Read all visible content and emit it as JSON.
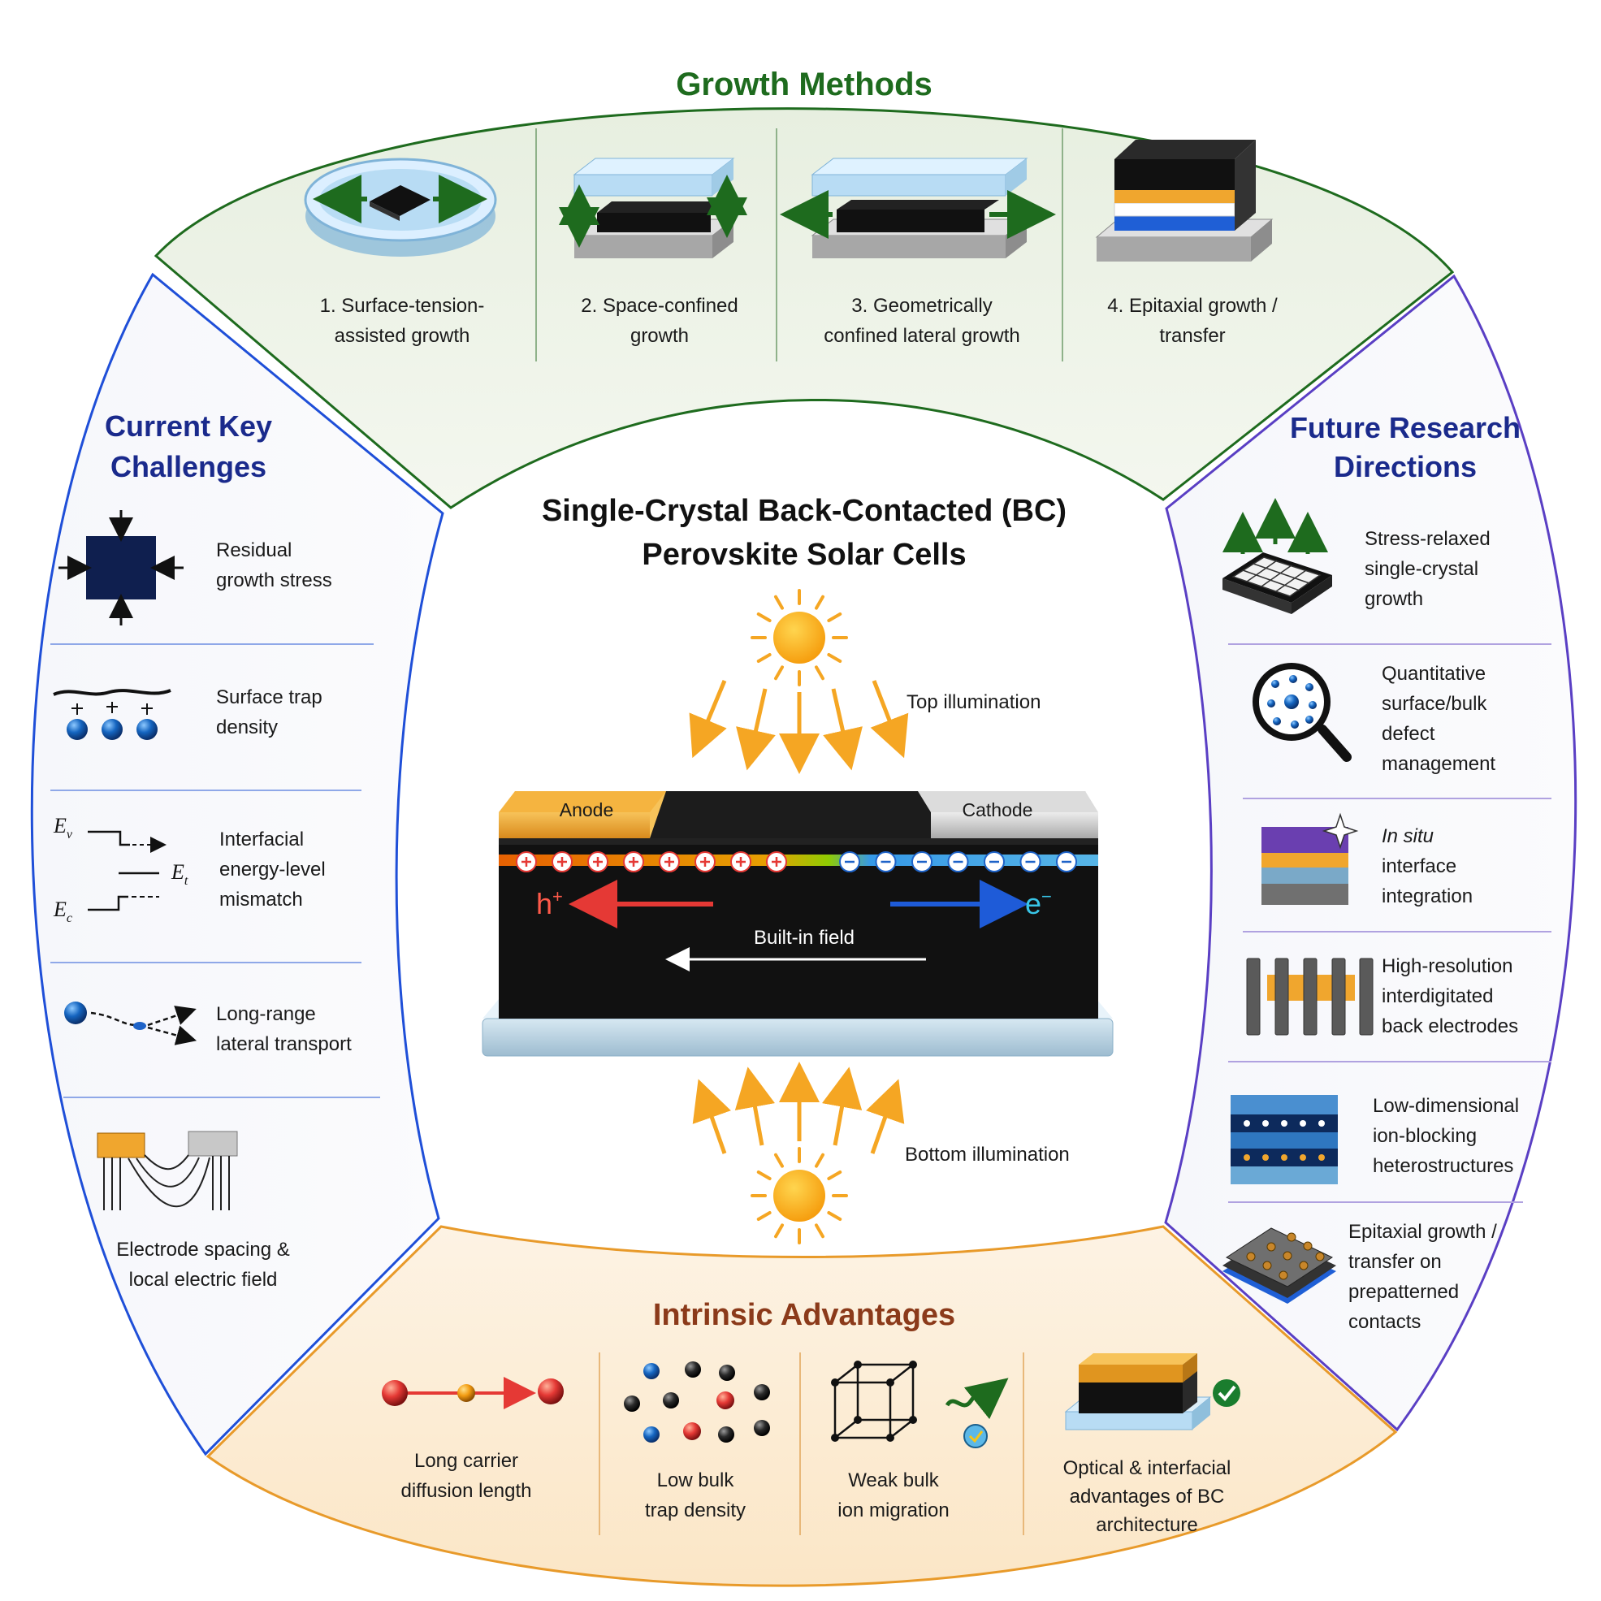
{
  "colors": {
    "growth": "#1e6b1e",
    "challenges": "#1f4fd8",
    "future": "#5a3fc4",
    "advantages": "#e89a2a",
    "advantages_text": "#8b3a1a",
    "heading_blue": "#1a2a8c",
    "sun": "#f5a623",
    "hole": "#e53935",
    "electron": "#1e88e5",
    "anode": "#f0a62e",
    "cathode": "#c8c8c8"
  },
  "growth": {
    "title": "Growth Methods",
    "items": [
      {
        "label": "1. Surface-tension-\nassisted growth",
        "icon": "petri-dish-icon"
      },
      {
        "label": "2. Space-confined\ngrowth",
        "icon": "space-confined-icon"
      },
      {
        "label": "3. Geometrically\nconfined lateral growth",
        "icon": "lateral-growth-icon"
      },
      {
        "label": "4. Epitaxial growth /\ntransfer",
        "icon": "epitaxial-stack-icon"
      }
    ]
  },
  "challenges": {
    "title": "Current Key\nChallenges",
    "items": [
      {
        "label": "Residual\ngrowth stress",
        "icon": "stress-square-icon"
      },
      {
        "label": "Surface trap\ndensity",
        "icon": "surface-trap-icon"
      },
      {
        "label": "Interfacial\nenergy-level\nmismatch",
        "icon": "energy-level-icon"
      },
      {
        "label": "Long-range\nlateral transport",
        "icon": "lateral-transport-icon"
      },
      {
        "label": "Electrode spacing &\nlocal electric field",
        "icon": "electrode-field-icon"
      }
    ],
    "energy_labels": {
      "ev": "E",
      "ev_sub": "v",
      "et": "E",
      "et_sub": "t",
      "ec": "E",
      "ec_sub": "c"
    }
  },
  "future": {
    "title": "Future Research\nDirections",
    "items": [
      {
        "label": "Stress-relaxed\nsingle-crystal\ngrowth",
        "icon": "stress-relaxed-grid-icon"
      },
      {
        "label": "Quantitative\nsurface/bulk\ndefect\nmanagement",
        "icon": "magnifier-defect-icon"
      },
      {
        "label_em": "In situ",
        "label": "interface\nintegration",
        "icon": "layered-interface-icon"
      },
      {
        "label": "High-resolution\ninterdigitated\nback electrodes",
        "icon": "interdigitated-electrode-icon"
      },
      {
        "label": "Low-dimensional\nion-blocking\nheterostructures",
        "icon": "heterostructure-icon"
      },
      {
        "label": "Epitaxial growth /\ntransfer on\nprepatterned\ncontacts",
        "icon": "prepatterned-contact-icon"
      }
    ]
  },
  "advantages": {
    "title": "Intrinsic Advantages",
    "items": [
      {
        "label": "Long carrier\ndiffusion length",
        "icon": "diffusion-length-icon"
      },
      {
        "label": "Low bulk\ntrap density",
        "icon": "trap-density-icon"
      },
      {
        "label": "Weak bulk\nion migration",
        "icon": "lattice-cube-icon"
      },
      {
        "label": "Optical & interfacial\nadvantages of BC\narchitecture",
        "icon": "bc-architecture-icon"
      }
    ]
  },
  "center": {
    "title": "Single-Crystal Back-Contacted (BC)\nPerovskite Solar Cells",
    "top_illumination": "Top illumination",
    "bottom_illumination": "Bottom illumination",
    "anode": "Anode",
    "cathode": "Cathode",
    "hole": "h",
    "hole_sup": "+",
    "electron": "e",
    "electron_sup": "−",
    "field": "Built-in field"
  }
}
